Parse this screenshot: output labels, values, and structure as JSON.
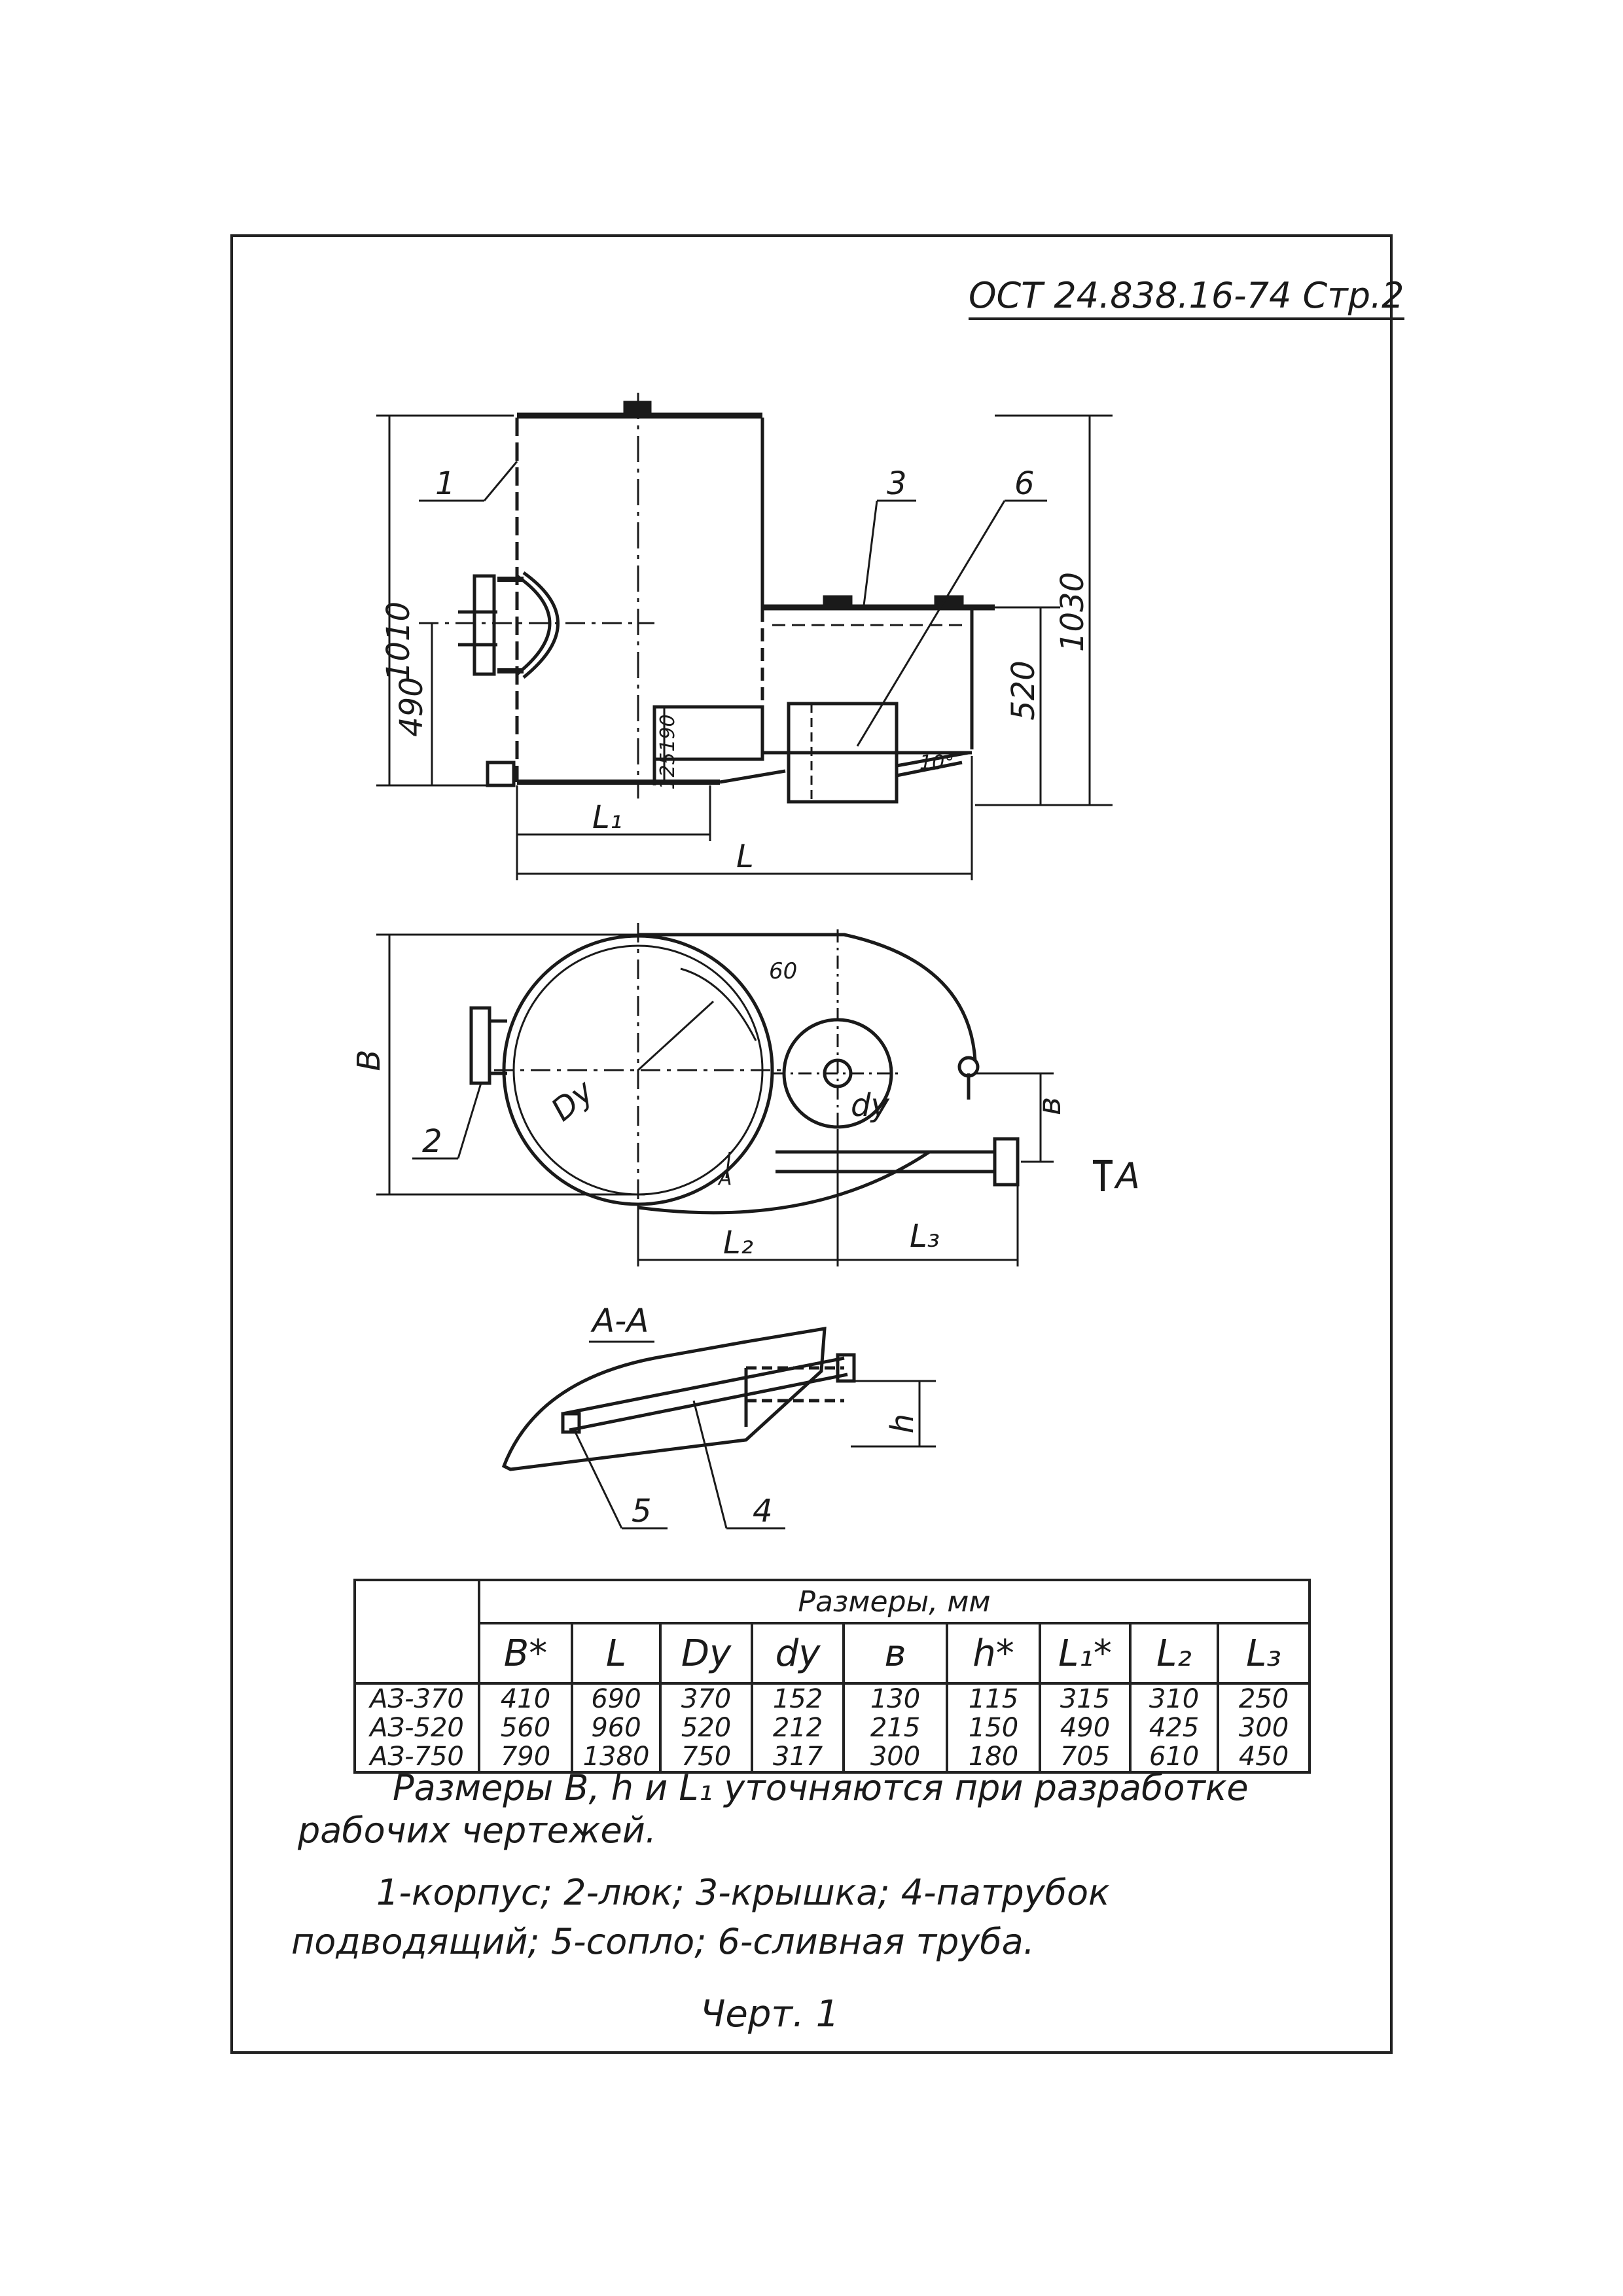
{
  "header": {
    "doc_ref": "ОСТ 24.838.16-74 Стр.2"
  },
  "drawing": {
    "elevation": {
      "dim_total_height_left": "1010",
      "dim_axis_height": "490",
      "dim_right_height": "1030",
      "dim_chamber_height": "520",
      "dim_outlet_small_1": "190",
      "dim_outlet_small_2": "125",
      "angle_label": "10°",
      "dim_L1": "L₁",
      "dim_L": "L",
      "callout_1": "1",
      "callout_3": "3",
      "callout_6": "6"
    },
    "plan": {
      "dim_width_B": "В",
      "dim_b": "в",
      "label_Dy": "Dy",
      "label_dy": "dy",
      "label_60": "60",
      "dim_L2": "L₂",
      "dim_L3": "L₃",
      "callout_2": "2",
      "section_mark": "А",
      "section_mark_left": "А"
    },
    "section": {
      "title": "А-А",
      "dim_h": "h",
      "callout_5": "5",
      "callout_4": "4"
    }
  },
  "table": {
    "caption": "Размеры, мм",
    "columns": [
      "В*",
      "L",
      "Dy",
      "dy",
      "в",
      "h*",
      "L₁*",
      "L₂",
      "L₃"
    ],
    "rows": [
      {
        "model": "АЗ-370",
        "values": [
          "410",
          "690",
          "370",
          "152",
          "130",
          "115",
          "315",
          "310",
          "250"
        ]
      },
      {
        "model": "АЗ-520",
        "values": [
          "560",
          "960",
          "520",
          "212",
          "215",
          "150",
          "490",
          "425",
          "300"
        ]
      },
      {
        "model": "АЗ-750",
        "values": [
          "790",
          "1380",
          "750",
          "317",
          "300",
          "180",
          "705",
          "610",
          "450"
        ]
      }
    ]
  },
  "notes": {
    "remark_line1": "Размеры В, h и L₁ уточняются при разработке",
    "remark_line2": "рабочих чертежей.",
    "legend_line1": "1-корпус;  2-люк;  3-крышка;  4-патрубок",
    "legend_line2": "подводящий;  5-сопло;  6-сливная труба.",
    "figure_label": "Черт. 1"
  }
}
